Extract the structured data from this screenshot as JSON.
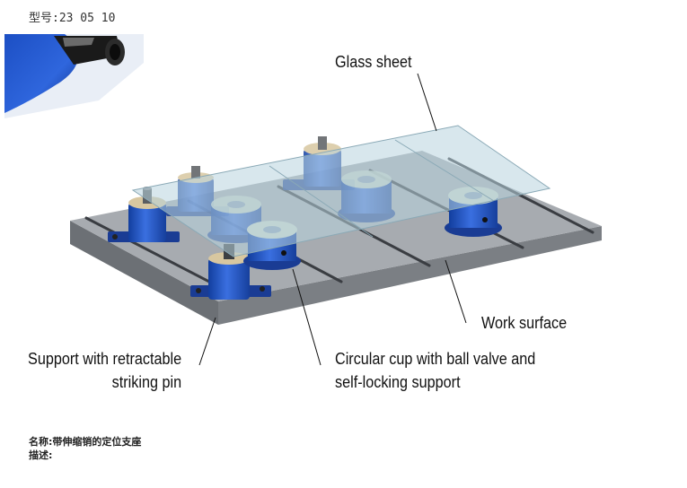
{
  "model": {
    "prefix": "型号:",
    "number": "23 05 10"
  },
  "callouts": {
    "glass_sheet": "Glass sheet",
    "work_surface": "Work surface",
    "support_line1": "Support with retractable",
    "support_line2": "striking pin",
    "cup_line1": "Circular cup with ball valve and",
    "cup_line2": "self-locking support"
  },
  "footer": {
    "name_label": "名称:",
    "name_value": "带伸缩销的定位支座",
    "desc_label": "描述:"
  }
}
